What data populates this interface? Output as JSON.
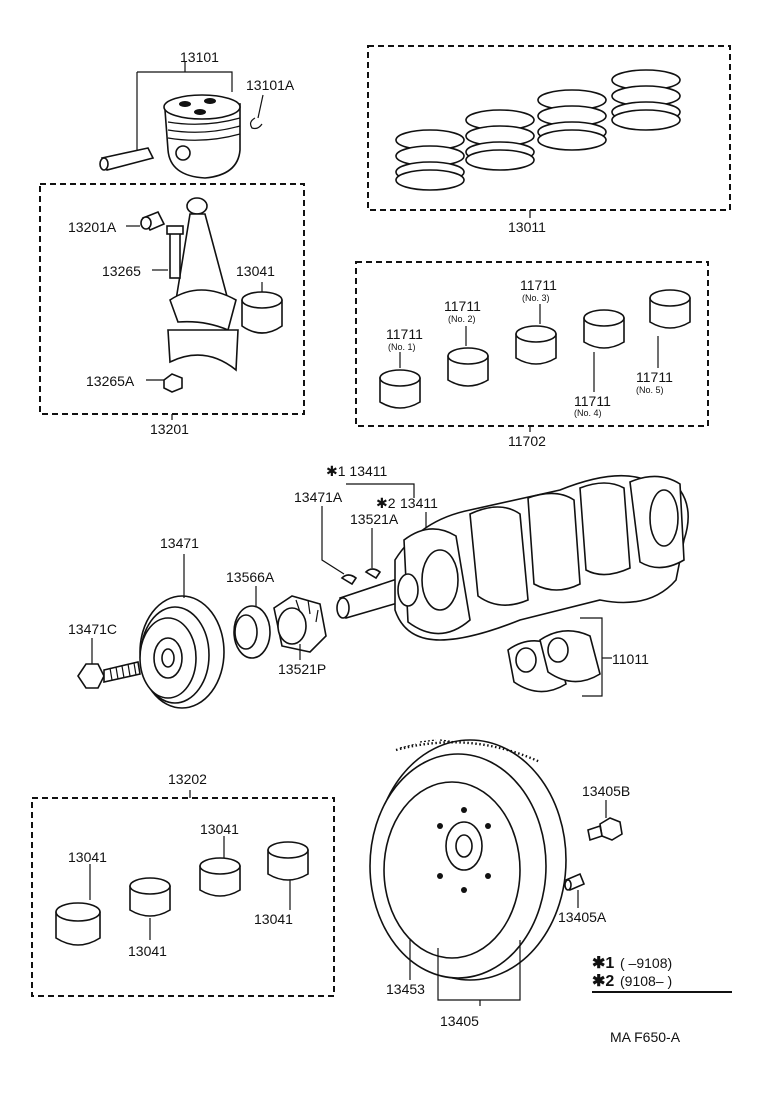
{
  "labels": {
    "p13101": "13101",
    "p13101A": "13101A",
    "p13011": "13011",
    "p13201A": "13201A",
    "p13265": "13265",
    "p13041_a": "13041",
    "p13265A": "13265A",
    "p13201": "13201",
    "p11711_1": "11711",
    "p11711_2": "11711",
    "p11711_3": "11711",
    "p11711_4": "11711",
    "p11711_5": "11711",
    "no1": "(No. 1)",
    "no2": "(No. 2)",
    "no3": "(No. 3)",
    "no4": "(No. 4)",
    "no5": "(No. 5)",
    "p11702": "11702",
    "mark1_13411": "✱1 13411",
    "p13471A": "13471A",
    "mark2": "✱2",
    "p13411_b": "13411",
    "p13521A": "13521A",
    "p13471": "13471",
    "p13566A": "13566A",
    "p13471C": "13471C",
    "p13521P": "13521P",
    "p11011": "11011",
    "p13202": "13202",
    "p13041_b": "13041",
    "p13041_c": "13041",
    "p13041_d": "13041",
    "p13041_e": "13041",
    "p13405B": "13405B",
    "p13405A": "13405A",
    "p13453": "13453",
    "p13405": "13405"
  },
  "legend": {
    "row1_mark": "✱1",
    "row1_text": "(        –9108)",
    "row2_mark": "✱2",
    "row2_text": "(9108–         )"
  },
  "code": "MA F650-A"
}
